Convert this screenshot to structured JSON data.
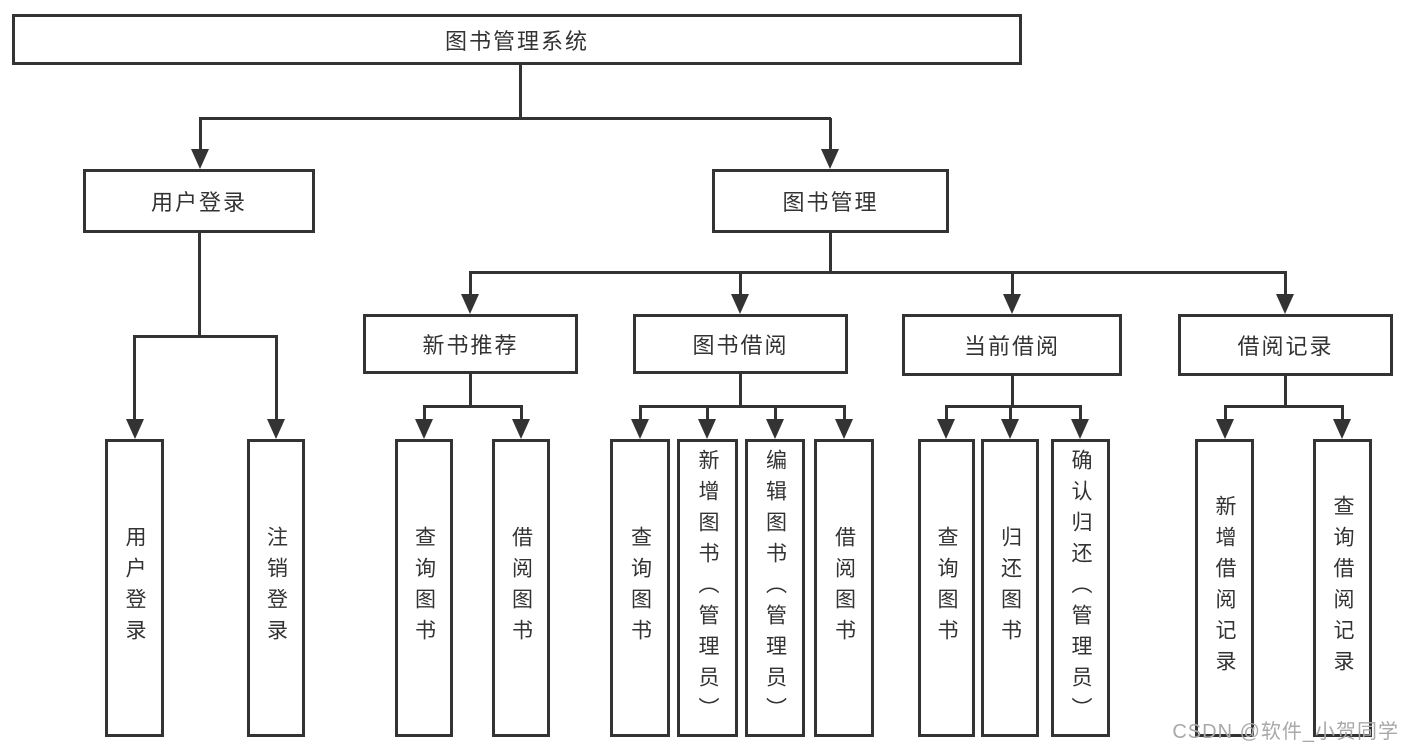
{
  "diagram": {
    "title_node": {
      "label": "图书管理系统"
    },
    "level2": [
      {
        "label": "用户登录"
      },
      {
        "label": "图书管理"
      }
    ],
    "level3": [
      {
        "label": "新书推荐"
      },
      {
        "label": "图书借阅"
      },
      {
        "label": "当前借阅"
      },
      {
        "label": "借阅记录"
      }
    ],
    "leaves": [
      {
        "label": "用户登录",
        "parent": "用户登录"
      },
      {
        "label": "注销登录",
        "parent": "用户登录"
      },
      {
        "label": "查询图书",
        "parent": "新书推荐"
      },
      {
        "label": "借阅图书",
        "parent": "新书推荐"
      },
      {
        "label": "查询图书",
        "parent": "图书借阅"
      },
      {
        "label": "新增图书（管理员）",
        "parent": "图书借阅"
      },
      {
        "label": "编辑图书（管理员）",
        "parent": "图书借阅"
      },
      {
        "label": "借阅图书",
        "parent": "图书借阅"
      },
      {
        "label": "查询图书",
        "parent": "当前借阅"
      },
      {
        "label": "归还图书",
        "parent": "当前借阅"
      },
      {
        "label": "确认归还（管理员）",
        "parent": "当前借阅"
      },
      {
        "label": "新增借阅记录",
        "parent": "借阅记录"
      },
      {
        "label": "查询借阅记录",
        "parent": "借阅记录"
      }
    ],
    "colors": {
      "line": "#333333",
      "text": "#333333",
      "background": "#ffffff",
      "watermark_text": "#a9a9a9"
    }
  },
  "watermark": {
    "text": "CSDN @软件_小贺同学"
  }
}
